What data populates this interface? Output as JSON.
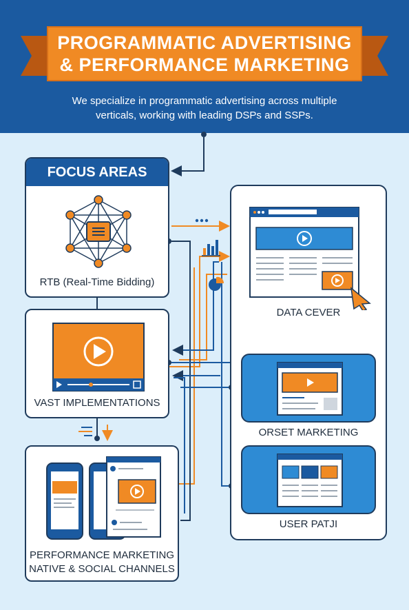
{
  "header": {
    "title_line1": "PROGRAMMATIC ADVERTISING",
    "title_line2": "& PERFORMANCE MARKETING",
    "subtitle_line1": "We specialize in programmatic advertising across multiple",
    "subtitle_line2": "verticals, working with leading DSPs and SSPs."
  },
  "focus": {
    "title": "FOCUS AREAS",
    "rtb_label": "RTB (Real-Time Bidding)",
    "vast_label": "VAST IMPLEMENTATIONS",
    "perf_line1": "PERFORMANCE MARKETING",
    "perf_line2": "NATIVE & SOCIAL CHANNELS"
  },
  "outputs": {
    "data_label": "DATA CEVER",
    "orset_label": "ORSET MARKETING",
    "user_label": "USER PATJI"
  },
  "colors": {
    "primary_blue": "#1b5aa0",
    "accent_orange": "#f08a24",
    "dark_navy": "#1f3b5c",
    "background": "#dceefa"
  },
  "icons": [
    "network-hub-icon",
    "video-player-icon",
    "mobile-phone-icon",
    "social-post-icon",
    "browser-window-icon",
    "play-icon",
    "cursor-icon",
    "bar-chart-icon",
    "pie-chart-icon"
  ]
}
